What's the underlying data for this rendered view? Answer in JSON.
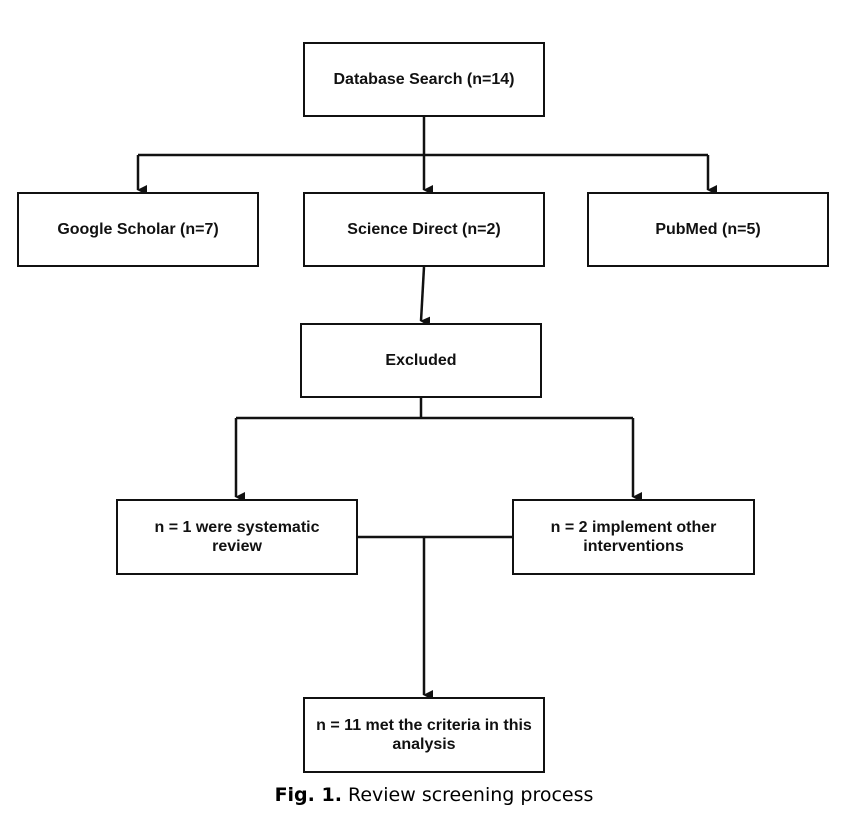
{
  "flowchart": {
    "database_search": "Database Search (n=14)",
    "google_scholar": "Google Scholar (n=7)",
    "science_direct": "Science Direct (n=2)",
    "pubmed": "PubMed (n=5)",
    "excluded": "Excluded",
    "systematic_review": "n = 1 were systematic review",
    "other_interventions": "n = 2 implement other interventions",
    "met_criteria": "n = 11 met the criteria in this analysis"
  },
  "caption": {
    "label": "Fig. 1.",
    "text": "Review screening process"
  },
  "colors": {
    "line": "#111111",
    "box_border": "#111111",
    "background": "#ffffff"
  }
}
